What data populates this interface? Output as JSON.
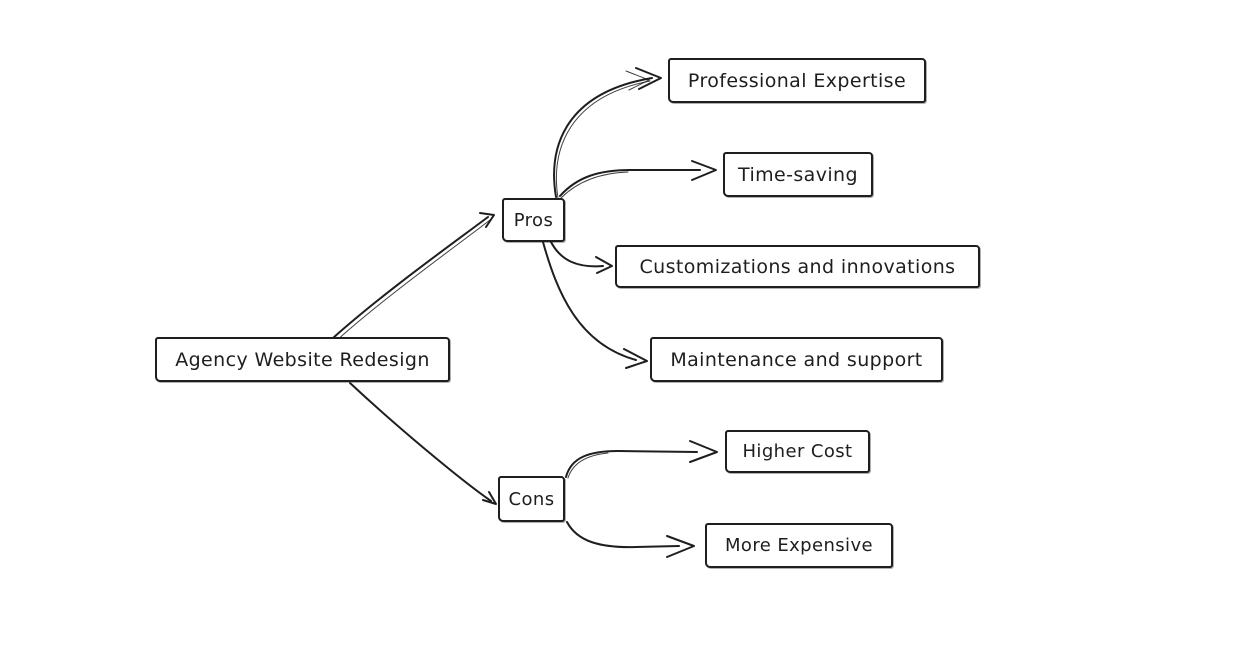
{
  "canvas": {
    "background_color": "#ffffff",
    "stroke_color": "#1e1e1e"
  },
  "nodes": {
    "root": {
      "label": "Agency Website Redesign"
    },
    "pros": {
      "label": "Pros"
    },
    "cons": {
      "label": "Cons"
    },
    "pros_children": [
      {
        "label": "Professional Expertise"
      },
      {
        "label": "Time-saving"
      },
      {
        "label": "Customizations and innovations"
      },
      {
        "label": "Maintenance and support"
      }
    ],
    "cons_children": [
      {
        "label": "Higher Cost"
      },
      {
        "label": "More Expensive"
      }
    ]
  },
  "edges": [
    {
      "from": "Agency Website Redesign",
      "to": "Pros"
    },
    {
      "from": "Agency Website Redesign",
      "to": "Cons"
    },
    {
      "from": "Pros",
      "to": "Professional Expertise"
    },
    {
      "from": "Pros",
      "to": "Time-saving"
    },
    {
      "from": "Pros",
      "to": "Customizations and innovations"
    },
    {
      "from": "Pros",
      "to": "Maintenance and support"
    },
    {
      "from": "Cons",
      "to": "Higher Cost"
    },
    {
      "from": "Cons",
      "to": "More Expensive"
    }
  ]
}
